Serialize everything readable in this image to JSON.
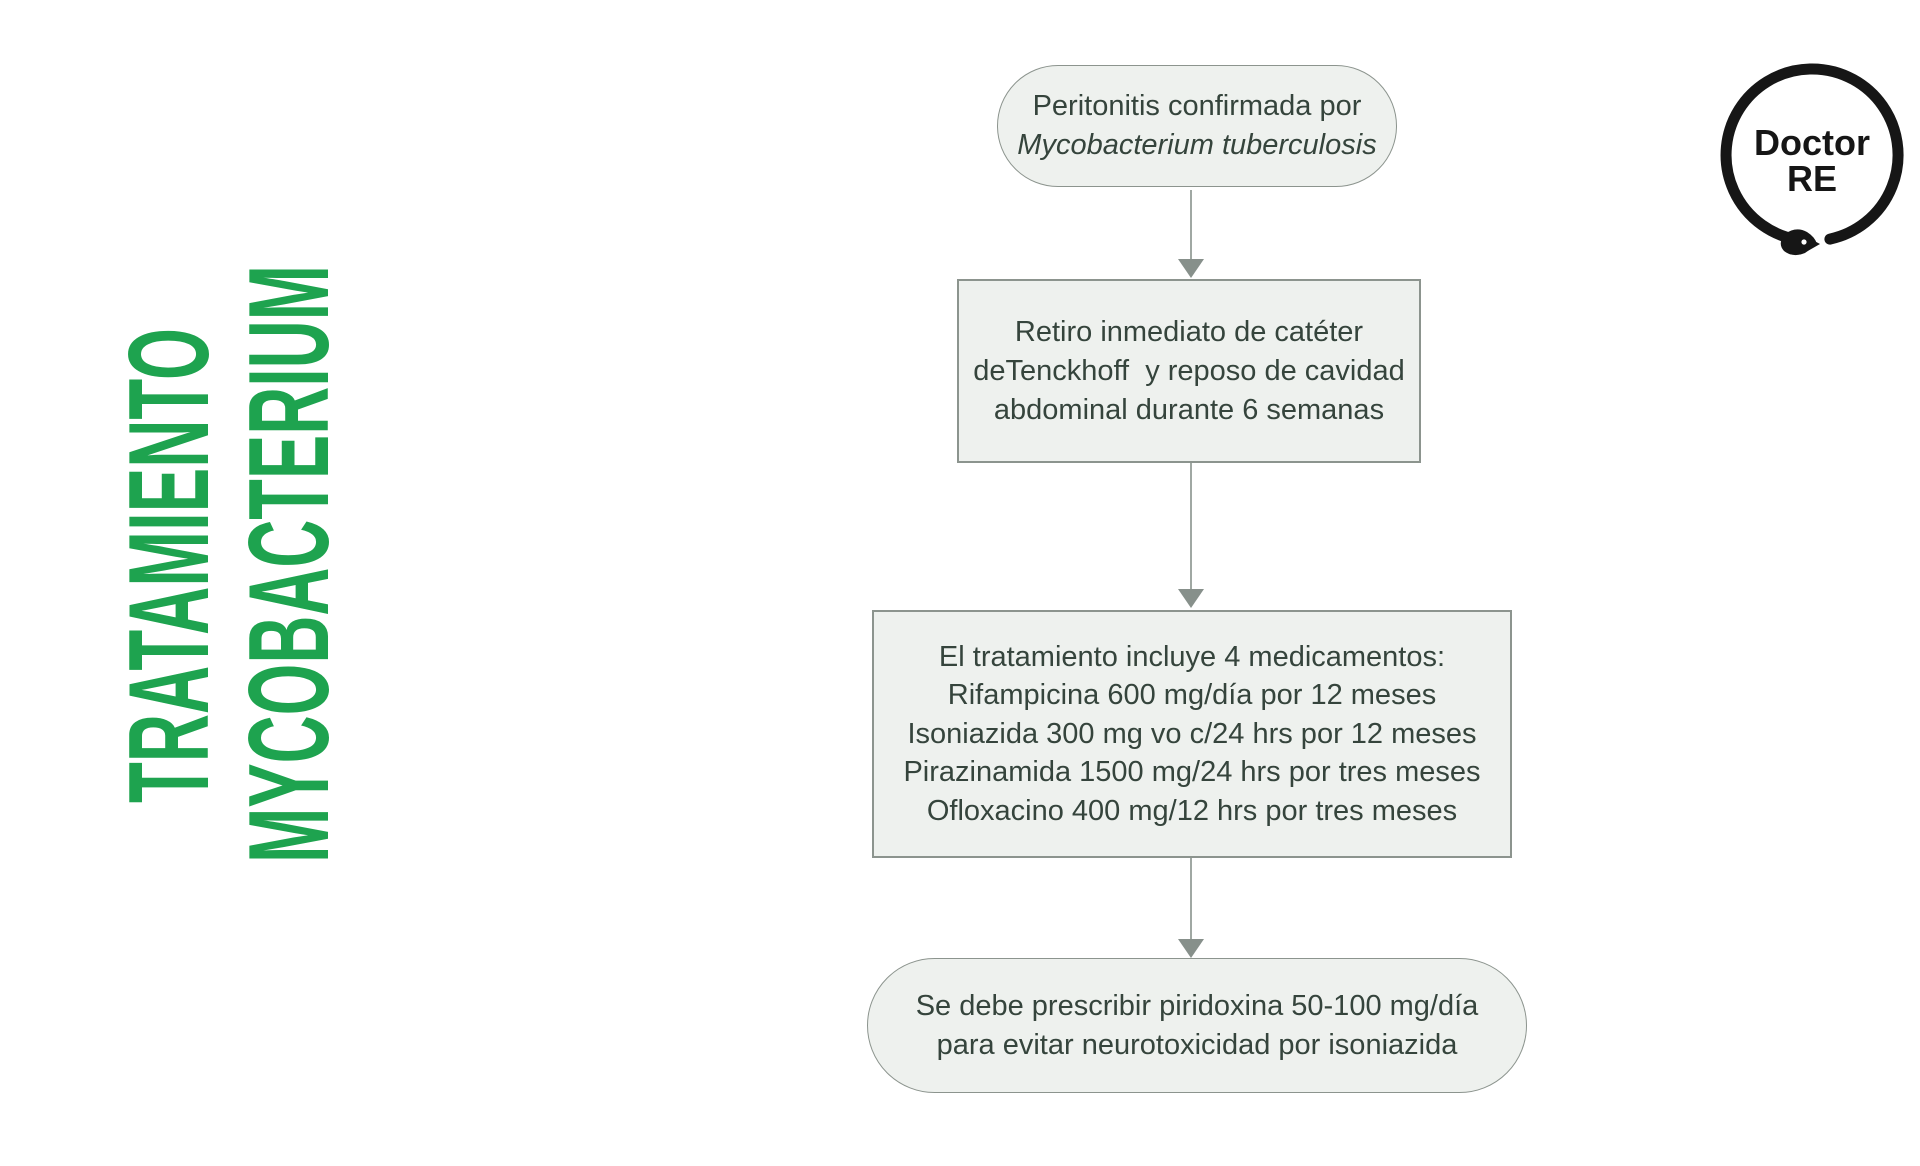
{
  "title": {
    "word1": "TRATAMIENTO",
    "word2": "MYCOBACTERIUM",
    "color": "#1ea34f"
  },
  "logo": {
    "line1": "Doctor",
    "line2": "RE",
    "color": "#161616"
  },
  "flowchart": {
    "colors": {
      "node_fill": "#eef1ee",
      "node_border": "#8c948e",
      "node_text": "#35443c",
      "arrow": "#87908b"
    },
    "nodes": [
      {
        "id": "start",
        "shape": "stadium",
        "lines": [
          "Peritonitis confirmada por",
          "Mycobacterium tuberculosis"
        ]
      },
      {
        "id": "step1",
        "shape": "rectangle",
        "lines": [
          "Retiro inmediato de catéter",
          "deTenckhoff  y reposo de cavidad",
          "abdominal durante 6 semanas"
        ]
      },
      {
        "id": "step2",
        "shape": "rectangle",
        "lines": [
          "El tratamiento incluye 4 medicamentos:",
          "Rifampicina 600 mg/día por 12 meses",
          "Isoniazida 300 mg vo c/24 hrs por 12 meses",
          "Pirazinamida 1500 mg/24 hrs por tres meses",
          "Ofloxacino 400 mg/12 hrs por tres meses"
        ]
      },
      {
        "id": "end",
        "shape": "stadium",
        "lines": [
          "Se debe prescribir piridoxina 50-100 mg/día",
          "para evitar neurotoxicidad por isoniazida"
        ]
      }
    ]
  }
}
